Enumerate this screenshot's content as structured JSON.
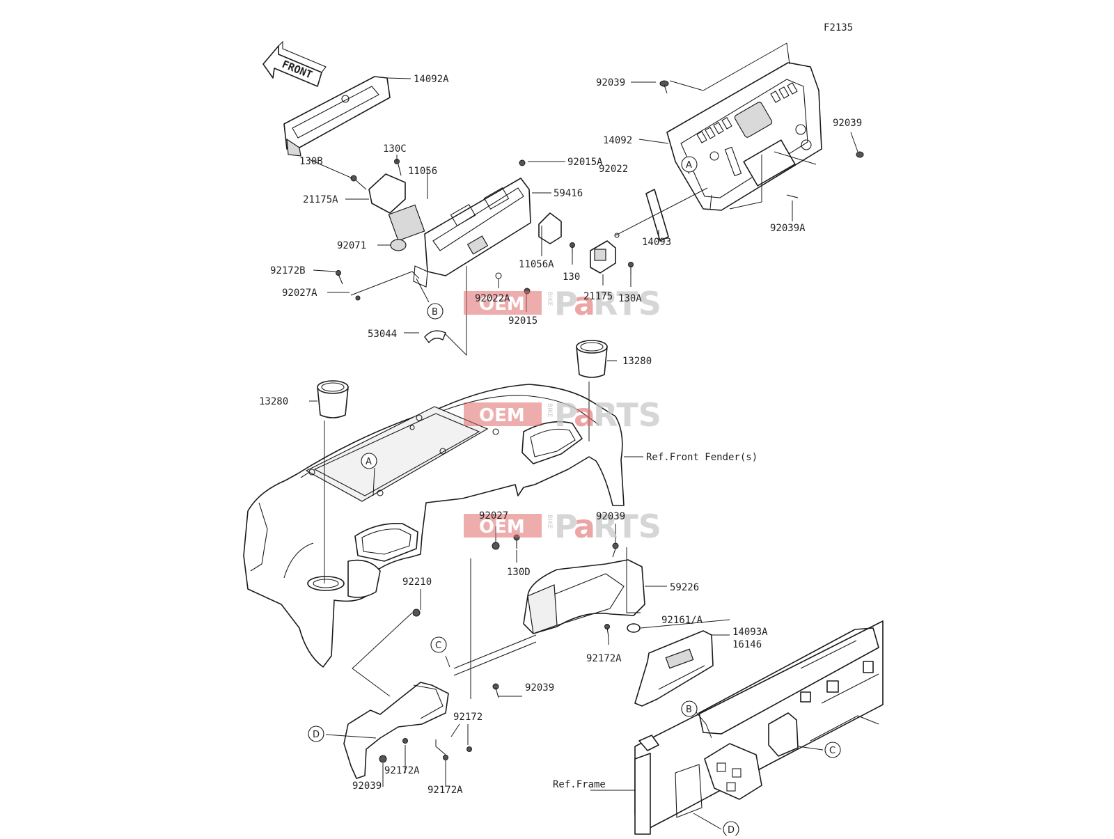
{
  "diagram_code": "F2135",
  "front_arrow_label": "FRONT",
  "watermark": {
    "oem": "OEM",
    "bike": "BIKE",
    "parts_pre": "P",
    "parts_a": "a",
    "parts_post": "RTS"
  },
  "ref_labels": {
    "front_fender": "Ref.Front Fender(s)",
    "frame": "Ref.Frame"
  },
  "refs": [
    "A",
    "B",
    "C",
    "D"
  ],
  "part_labels": [
    "14092A",
    "130B",
    "130C",
    "11056",
    "21175A",
    "92071",
    "92172B",
    "92027A",
    "92015A",
    "59416",
    "11056A",
    "130",
    "21175",
    "130A",
    "92022A",
    "92015",
    "53044",
    "92039",
    "14092",
    "92039",
    "92022",
    "14093",
    "92039A",
    "13280",
    "13280",
    "92027",
    "130D",
    "92039",
    "59226",
    "92161/A",
    "14093A",
    "16146",
    "92172A",
    "92210",
    "92039",
    "92172",
    "92172A",
    "92039",
    "92172A"
  ]
}
